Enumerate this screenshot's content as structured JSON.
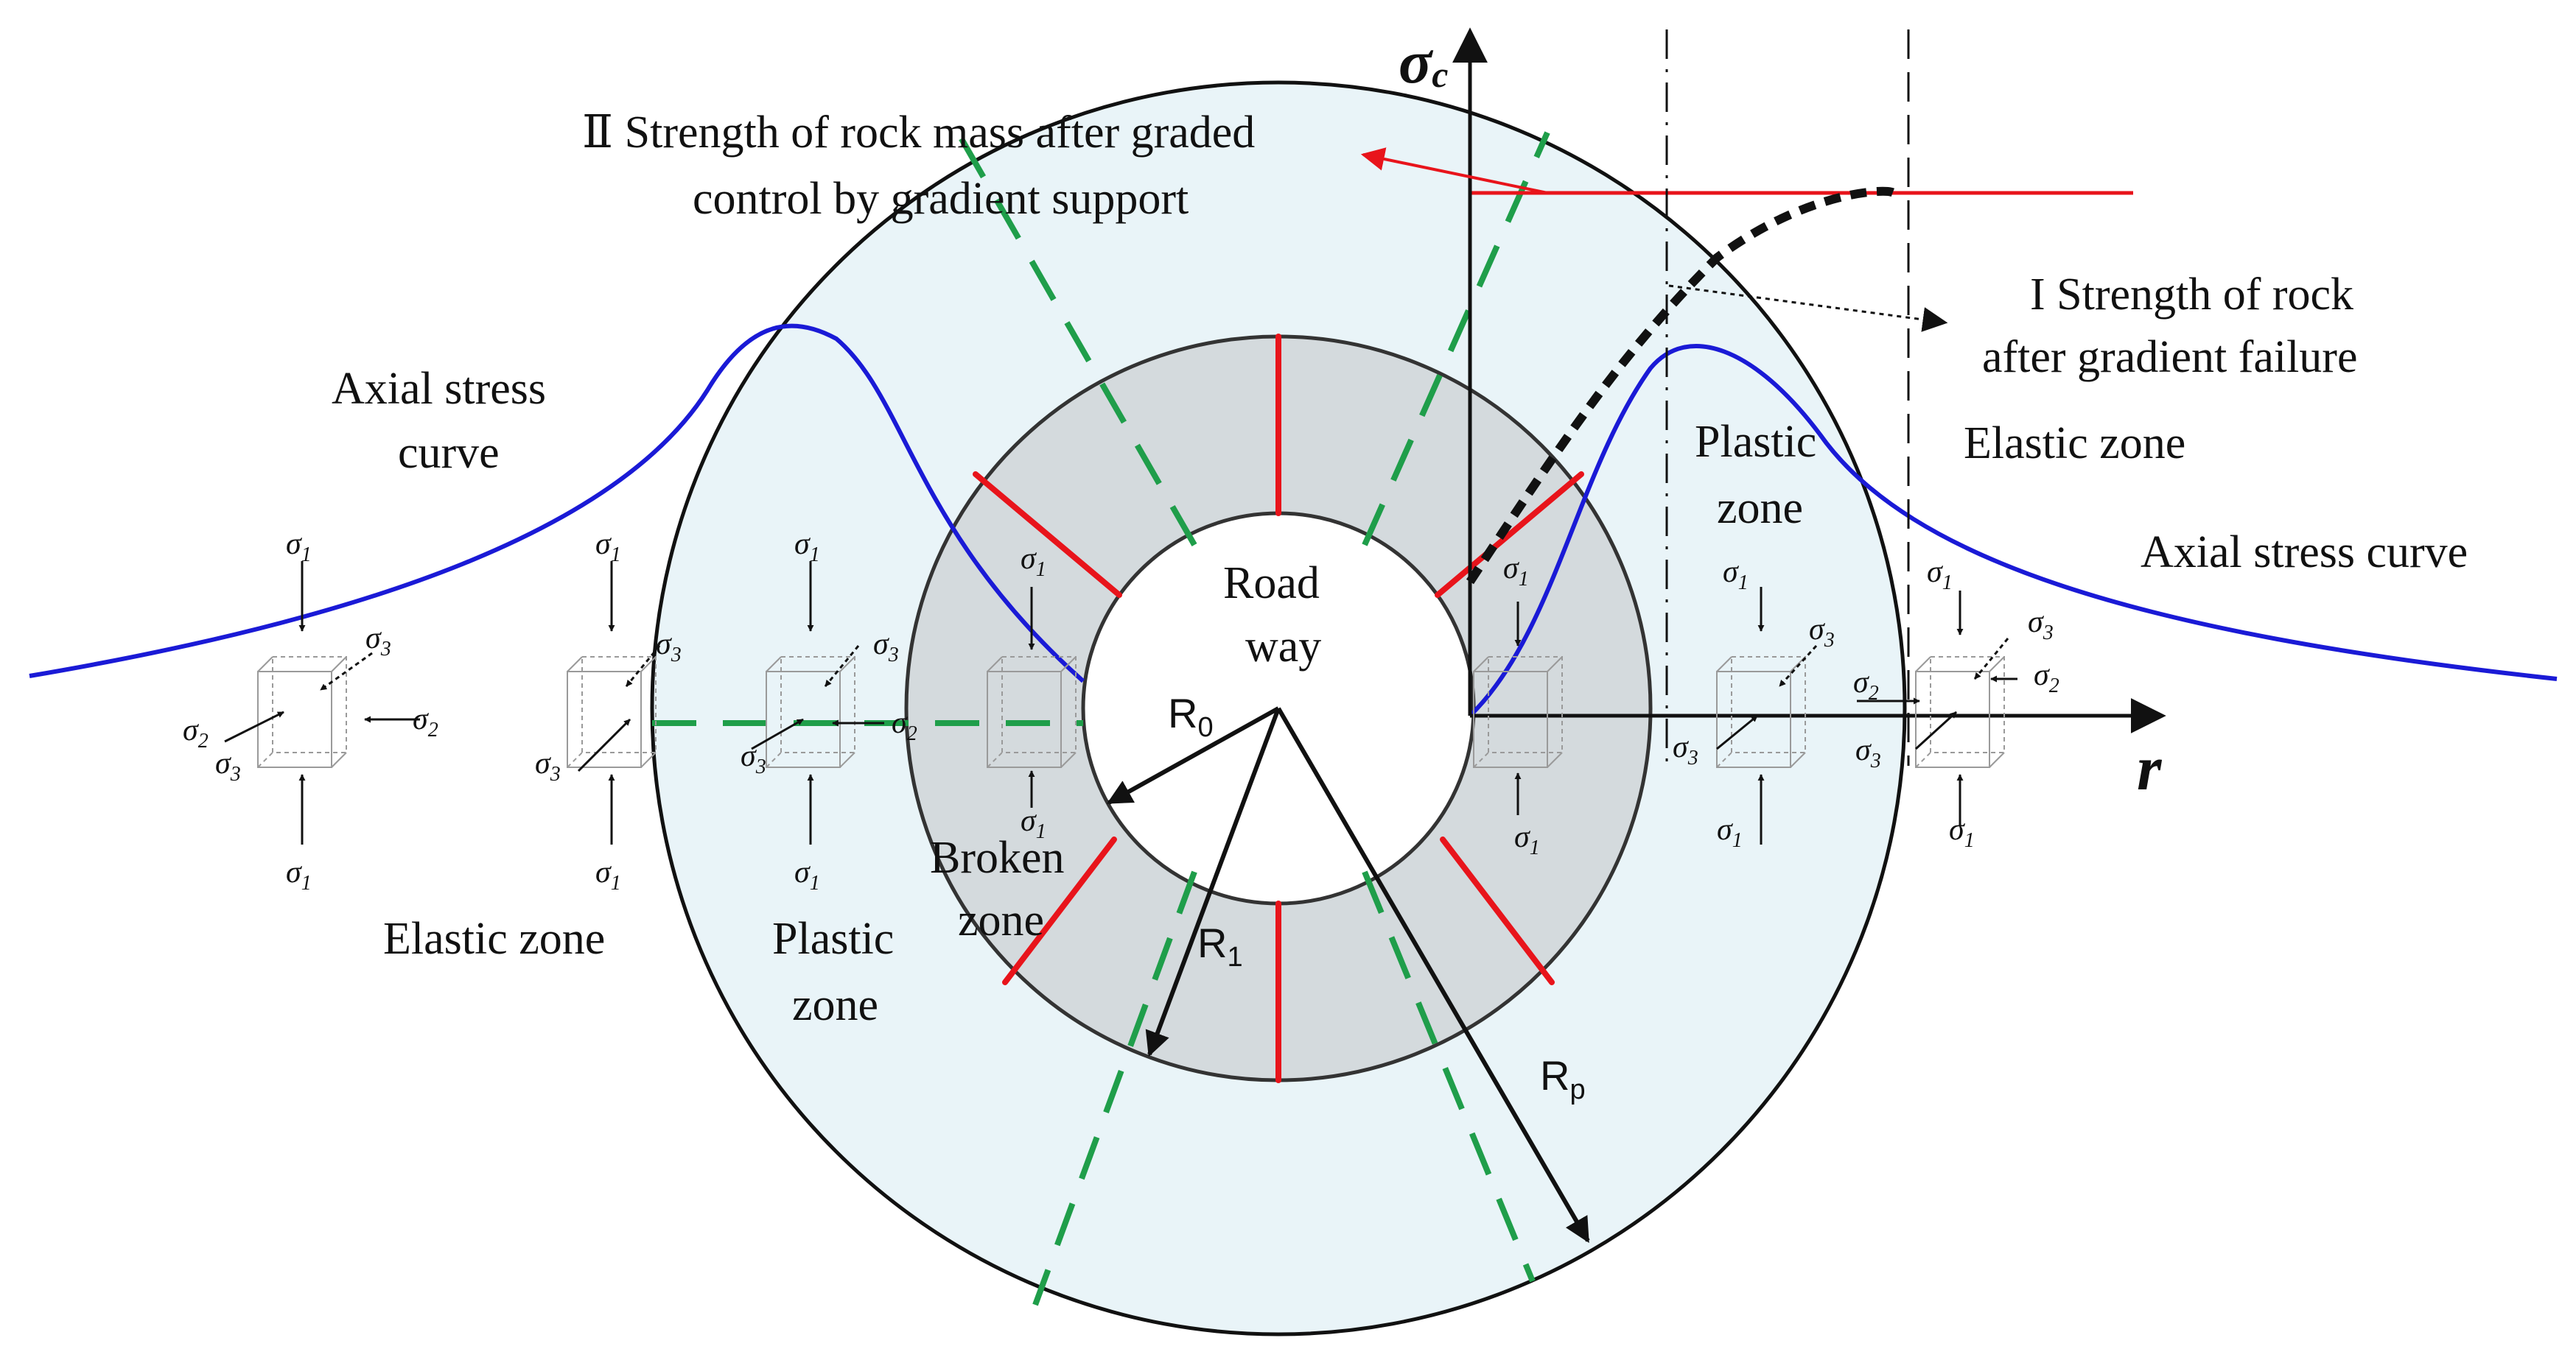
{
  "labels": {
    "strength_graded_line1": "Ⅱ Strength of rock mass after graded",
    "strength_graded_line2": "control by gradient support",
    "strength_failure_line1": "I Strength of rock",
    "strength_failure_line2": "after gradient failure",
    "axial_left_line1": "Axial stress",
    "axial_left_line2": "curve",
    "axial_right": "Axial stress curve",
    "elastic_zone_left": "Elastic zone",
    "elastic_zone_right": "Elastic zone",
    "plastic_left_line1": "Plastic",
    "plastic_left_line2": "zone",
    "plastic_right_line1": "Plastic",
    "plastic_right_line2": "zone",
    "broken_line1": "Broken",
    "broken_line2": "zone",
    "roadway_line1": "Road",
    "roadway_line2": "way"
  },
  "axes": {
    "y_symbol": "σ",
    "y_sub": "c",
    "x_symbol": "r"
  },
  "radii": {
    "r0_base": "R",
    "r0_sub": "0",
    "r1_base": "R",
    "r1_sub": "1",
    "rp_base": "R",
    "rp_sub": "p"
  },
  "stress": {
    "s1_base": "σ",
    "s1_sub": "1",
    "s2_base": "σ",
    "s2_sub": "2",
    "s3_base": "σ",
    "s3_sub": "3"
  },
  "colors": {
    "plastic_fill": "#e9f4f8",
    "broken_fill": "#d4dadd",
    "roadway_fill": "#ffffff",
    "axial_curve": "#1a1ad6",
    "strength_line": "#e8141b",
    "fracture_lines": "#e8141b",
    "dashed_green": "#1f9e4a"
  }
}
